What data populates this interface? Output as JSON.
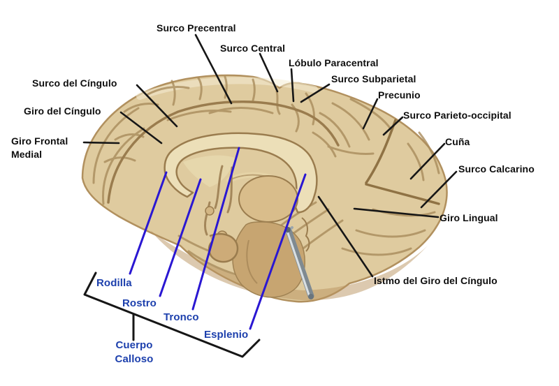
{
  "figure": {
    "type": "anatomical-diagram",
    "subject": "medial-view-of-human-brain",
    "background_color": "#ffffff",
    "colors": {
      "label_black": "#0e0e0e",
      "label_blue": "#1d40ad",
      "leader_line_black": "#161616",
      "leader_line_blue": "#2a17d2",
      "brain_base": "#dfcb9f",
      "brain_sulci": "#a98c5c",
      "corpus_callosum": "#ecdfb8",
      "brainstem": "#c7a571",
      "pin_gray": "#7f8a91"
    }
  },
  "labels": {
    "surco_precentral": "Surco Precentral",
    "surco_central": "Surco Central",
    "lobulo_paracentral": "Lóbulo Paracentral",
    "surco_subparietal": "Surco Subparietal",
    "precunio": "Precunio",
    "surco_parieto_occipital": "Surco Parieto-occipital",
    "cuna": "Cuña",
    "surco_calcarino": "Surco Calcarino",
    "giro_lingual": "Giro Lingual",
    "istmo_del_giro_del_cingulo": "Istmo del Giro del Cíngulo",
    "surco_del_cingulo": "Surco del Cíngulo",
    "giro_del_cingulo": "Giro del Cíngulo",
    "giro_frontal_medial": "Giro Frontal Medial",
    "rodilla": "Rodilla",
    "rostro": "Rostro",
    "tronco": "Tronco",
    "esplenio": "Esplenio",
    "cuerpo_calloso": "Cuerpo Calloso"
  }
}
